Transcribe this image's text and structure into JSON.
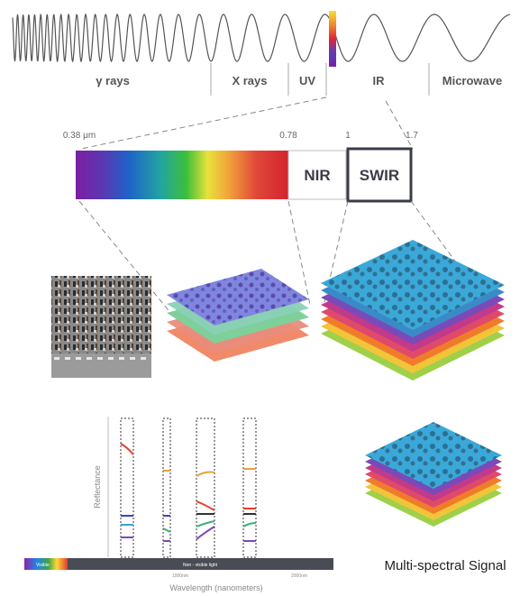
{
  "spectrum": {
    "bands": [
      "γ rays",
      "X rays",
      "UV",
      "IR",
      "Microwave"
    ]
  },
  "scale": {
    "ticks": [
      "0.38 μm",
      "0.78",
      "1",
      "1.7"
    ],
    "nir_label": "NIR",
    "swir_label": "SWIR"
  },
  "reflectance_chart": {
    "ylabel": "Reflectance",
    "xlabel": "Wavelength (nanometers)",
    "visible_label": "Visible",
    "nonvisible_label": "Non - visible light",
    "tick_1000": "1000nm",
    "tick_2000": "2000nm"
  },
  "caption": "Multi-spectral Signal",
  "colors": {
    "wave": "#555555",
    "dash": "#888888",
    "box_border": "#3a3d48",
    "bar": "#4a4c55"
  }
}
